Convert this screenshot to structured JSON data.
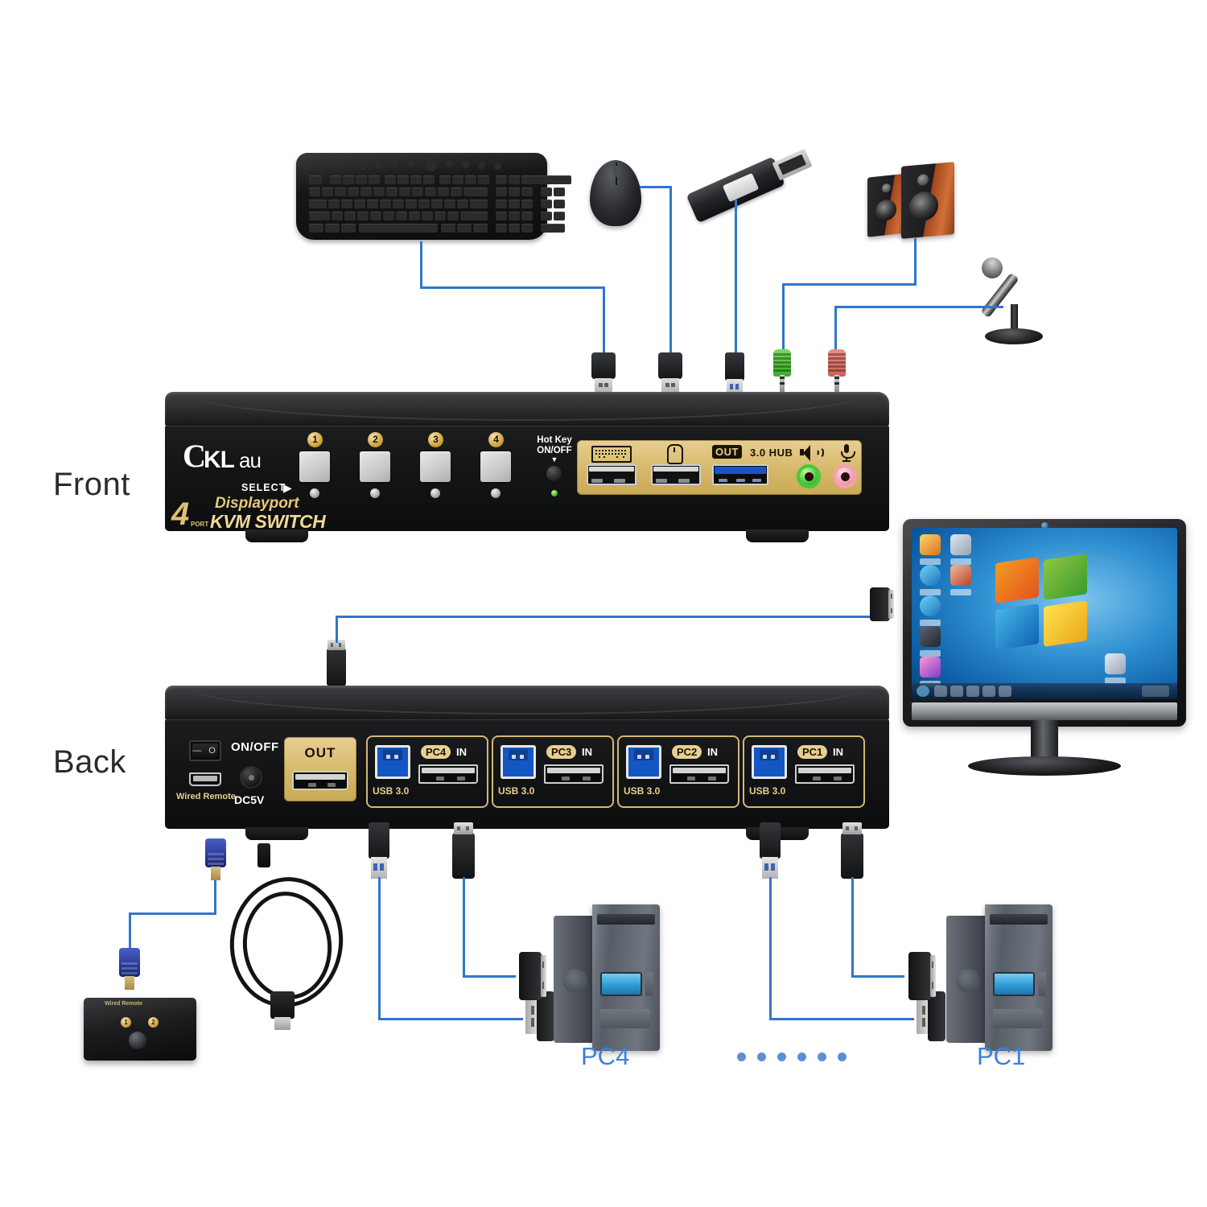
{
  "diagram": {
    "title": "CKLau 4 Port Displayport KVM Switch connection diagram",
    "side_labels": {
      "front": "Front",
      "back": "Back"
    },
    "wire_color": "#2f77c9",
    "label_color": "#3b82d6"
  },
  "front_panel": {
    "brand_c": "C",
    "brand_kl": "KL",
    "brand_au": "au",
    "select_label": "SELECT",
    "select_arrow": "▶",
    "port_count": "4",
    "port_word": "PORT",
    "product_line1": "Displayport",
    "product_line2": "KVM SWITCH",
    "select_buttons": [
      {
        "number": "1"
      },
      {
        "number": "2"
      },
      {
        "number": "3"
      },
      {
        "number": "4"
      }
    ],
    "hotkey": {
      "line1": "Hot Key",
      "line2": "ON/OFF",
      "arrow": "▼"
    },
    "console_ports": [
      {
        "icon": "keyboard-icon",
        "label": ""
      },
      {
        "icon": "mouse-icon",
        "label": ""
      },
      {
        "icon": "usb-hub-icon",
        "badge": "OUT",
        "label": "3.0 HUB"
      },
      {
        "icon": "speaker-icon",
        "label": ""
      },
      {
        "icon": "microphone-icon",
        "label": ""
      }
    ]
  },
  "back_panel": {
    "power_switch_label": "ON/OFF",
    "power_switch_marks": "— O",
    "wired_remote_label": "Wired Remote",
    "dc_label": "DC5V",
    "out_label": "OUT",
    "port_groups": [
      {
        "usb_label": "USB 3.0",
        "pc_pill": "PC4",
        "in_label": "IN"
      },
      {
        "usb_label": "USB 3.0",
        "pc_pill": "PC3",
        "in_label": "IN"
      },
      {
        "usb_label": "USB 3.0",
        "pc_pill": "PC2",
        "in_label": "IN"
      },
      {
        "usb_label": "USB 3.0",
        "pc_pill": "PC1",
        "in_label": "IN"
      }
    ]
  },
  "peripherals": {
    "keyboard": {
      "name": "keyboard"
    },
    "mouse": {
      "name": "mouse"
    },
    "usb_flash_drive": {
      "name": "usb-flash-drive"
    },
    "speakers": {
      "name": "speakers"
    },
    "microphone": {
      "name": "microphone"
    },
    "monitor": {
      "name": "monitor",
      "os": "Windows 7 desktop"
    }
  },
  "computers": [
    {
      "label": "PC4"
    },
    {
      "label": "PC1"
    }
  ],
  "ellipsis_dots": 6,
  "wired_remote": {
    "caption": "Wired Remote",
    "buttons": [
      {
        "number": "1"
      },
      {
        "number": "2"
      }
    ]
  },
  "cables": {
    "displayport_out_to_monitor": "DisplayPort OUT to monitor",
    "power_cable": "DC5V power cable",
    "remote_cable": "wired remote cable"
  }
}
